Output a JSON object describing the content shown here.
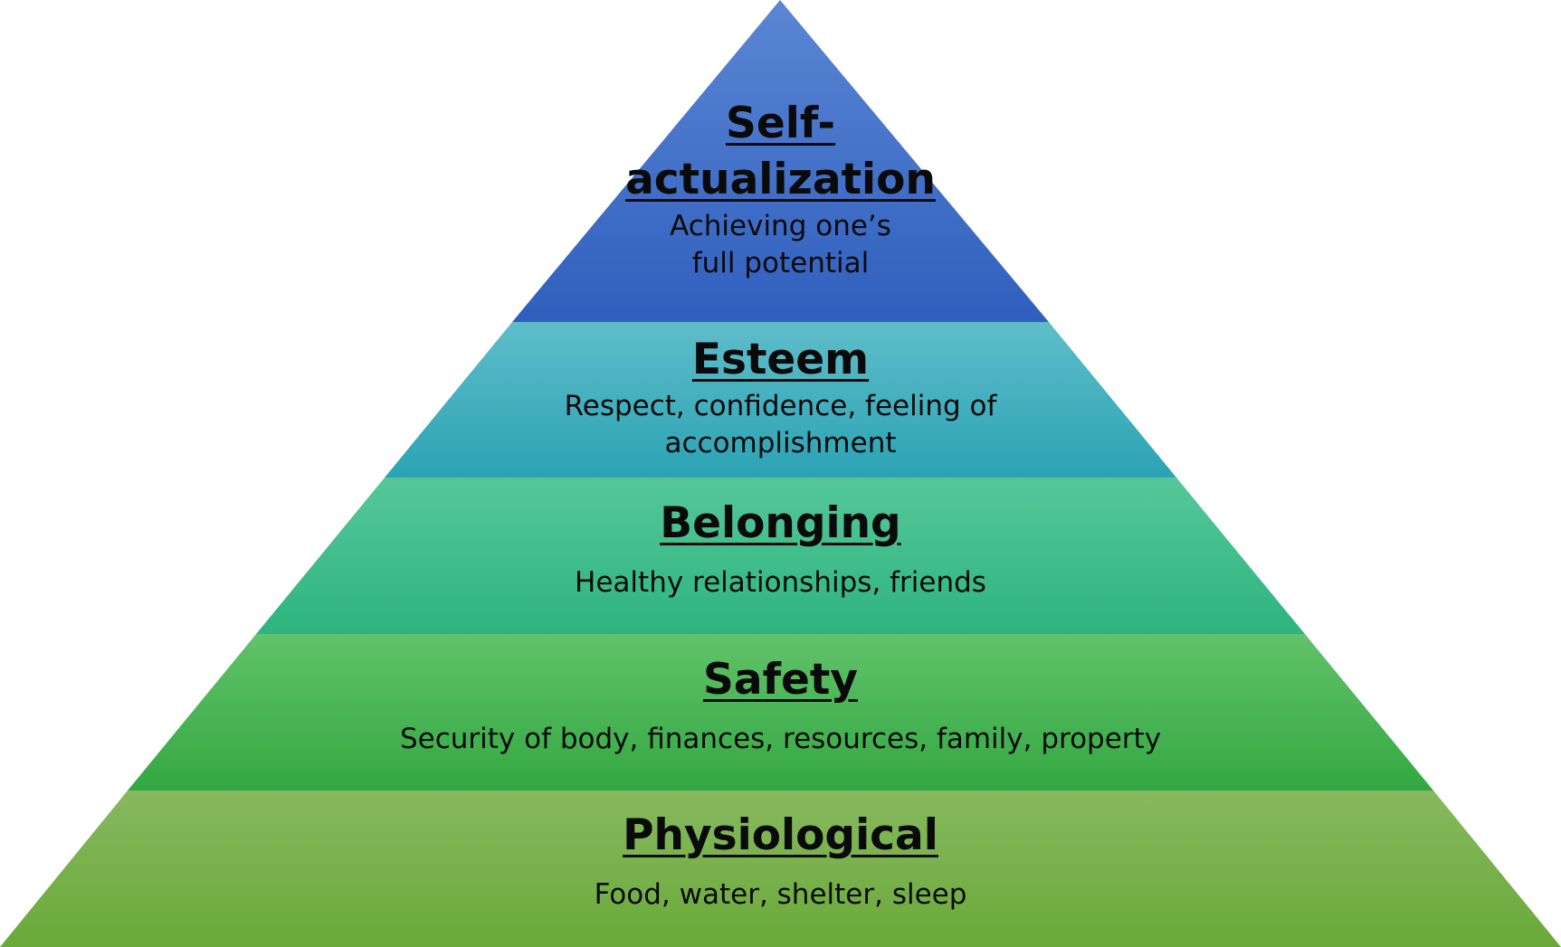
{
  "diagram": {
    "type": "pyramid",
    "tiers": [
      {
        "title_line1": "Self-",
        "title_line2": "actualization",
        "description_line1": "Achieving one’s",
        "description_line2": "full potential",
        "color_top": "#5b86d4",
        "color_bottom": "#2f5fbe"
      },
      {
        "title": "Esteem",
        "description_line1": "Respect, confidence, feeling of",
        "description_line2": "accomplishment",
        "color_top": "#5fbdc9",
        "color_bottom": "#2ba3b4"
      },
      {
        "title": "Belonging",
        "description": "Healthy relationships, friends",
        "color_top": "#56c79a",
        "color_bottom": "#2db47f"
      },
      {
        "title": "Safety",
        "description": "Security of body, finances, resources, family, property",
        "color_top": "#62c26a",
        "color_bottom": "#33a841"
      },
      {
        "title": "Physiological",
        "description": "Food, water, shelter, sleep",
        "color_top": "#86b95e",
        "color_bottom": "#6aa93a"
      }
    ]
  }
}
